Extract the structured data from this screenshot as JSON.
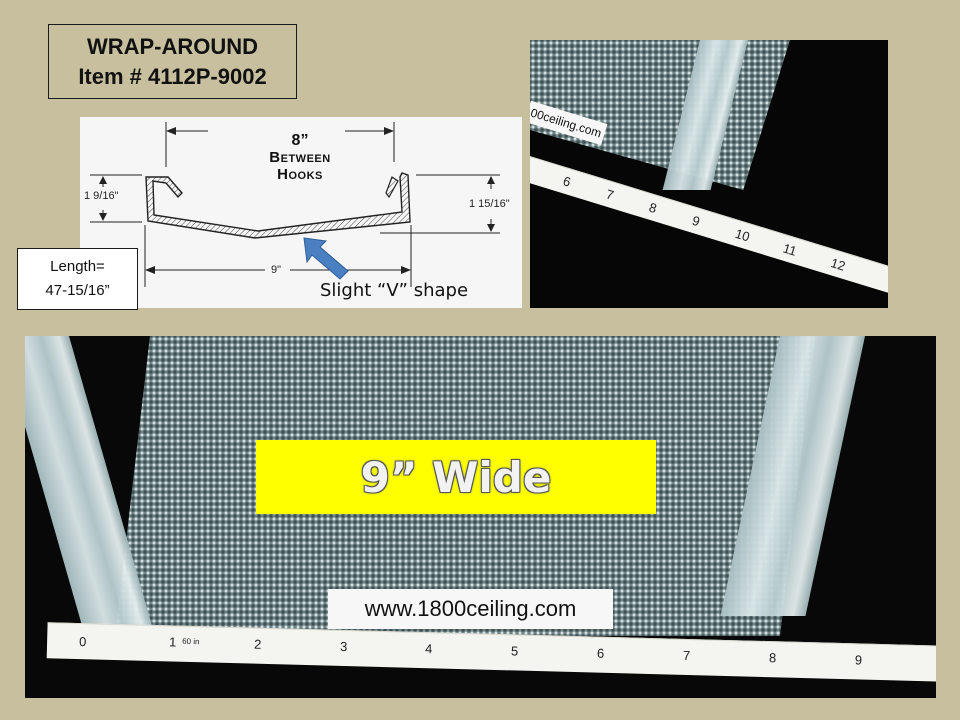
{
  "slide": {
    "background": "#c7bf9e",
    "title": {
      "line1": "WRAP-AROUND",
      "line2": "Item # 4112P-9002"
    },
    "diagram": {
      "top_dimension_value": "8”",
      "top_dimension_label_1": "Between",
      "top_dimension_label_2": "Hooks",
      "left_height": "1 9/16\"",
      "right_height": "1 15/16\"",
      "bottom_width": "9\"",
      "annotation": "Slight “V” shape",
      "arrow_color": "#4a7fc1"
    },
    "length_box": {
      "line1": "Length=",
      "line2": "47-15/16”"
    },
    "photo_top": {
      "brand_label": "00ceiling.com",
      "tape_numbers": [
        "6",
        "7",
        "8",
        "9",
        "10",
        "11",
        "12"
      ]
    },
    "photo_bottom": {
      "brand_label": "www.1800ceiling.com",
      "tape_numbers": [
        "0",
        "1",
        "2",
        "3",
        "4",
        "5",
        "6",
        "7",
        "8",
        "9"
      ],
      "tape_small_text": "60 in"
    },
    "banner": {
      "text": "9” Wide",
      "color": "#ffff00"
    }
  }
}
